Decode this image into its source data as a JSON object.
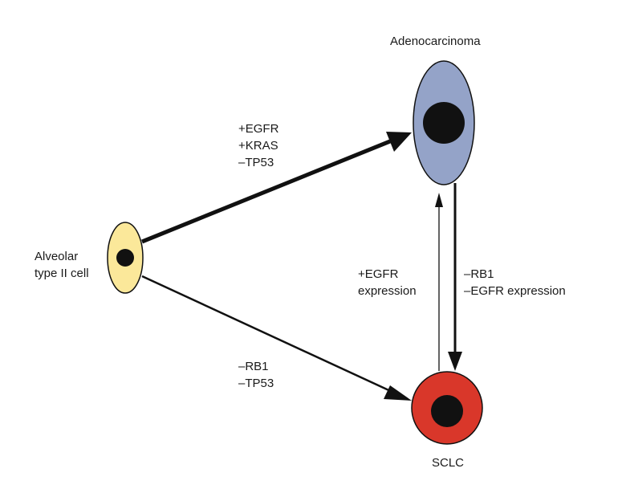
{
  "nodes": {
    "adenocarcinoma": {
      "label": "Adenocarcinoma",
      "fill": "#94a3c8",
      "nucleus": "#111111"
    },
    "alveolar": {
      "label_lines": [
        "Alveolar",
        "type II cell"
      ],
      "fill": "#fbe89a",
      "nucleus": "#111111"
    },
    "sclc": {
      "label": "SCLC",
      "fill": "#d9372a",
      "nucleus": "#111111"
    }
  },
  "edges": {
    "alveolar_to_adeno": {
      "lines": [
        "+EGFR",
        "+KRAS",
        "–TP53"
      ]
    },
    "alveolar_to_sclc": {
      "lines": [
        "–RB1",
        "–TP53"
      ]
    },
    "adeno_to_sclc": {
      "lines": [
        "–RB1",
        "–EGFR expression"
      ]
    },
    "sclc_to_adeno": {
      "lines": [
        "+EGFR",
        "expression"
      ]
    }
  }
}
